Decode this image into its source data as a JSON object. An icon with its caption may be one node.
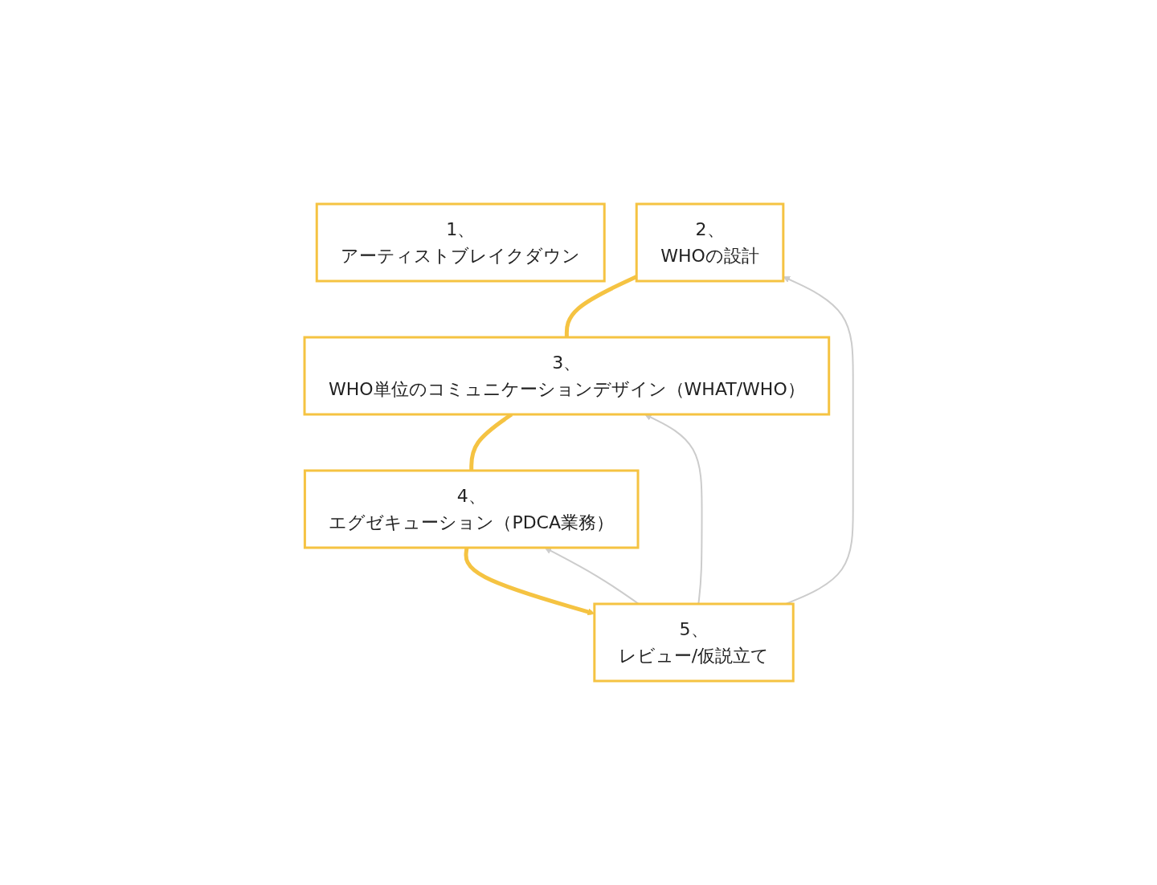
{
  "diagram": {
    "nodes": [
      {
        "text": [
          "1、",
          "アーティストブレイクダウン"
        ]
      },
      {
        "text": [
          "2、",
          "WHOの設計"
        ]
      },
      {
        "text": [
          "3、",
          "WHO単位のコミュニケーションデザイン（WHAT/WHO）"
        ]
      },
      {
        "text": [
          "4、",
          "エグゼキューション（PDCA業務）"
        ]
      },
      {
        "text": [
          "5、",
          "レビュー/仮説立て"
        ]
      }
    ],
    "edges": [
      {
        "from": 1,
        "to": 2,
        "arrow": "none",
        "style": "thick",
        "color": "#f5c342"
      },
      {
        "from": 2,
        "to": 3,
        "arrow": "none",
        "style": "thick",
        "color": "#f5c342"
      },
      {
        "from": 3,
        "to": 4,
        "arrow": "to",
        "style": "thick",
        "color": "#f5c342"
      },
      {
        "from": 4,
        "to": 3,
        "arrow": "to",
        "color": "#cccccc"
      },
      {
        "from": 4,
        "to": 2,
        "arrow": "to",
        "color": "#cccccc"
      },
      {
        "from": 4,
        "to": 1,
        "arrow": "to",
        "color": "#cccccc"
      }
    ]
  }
}
